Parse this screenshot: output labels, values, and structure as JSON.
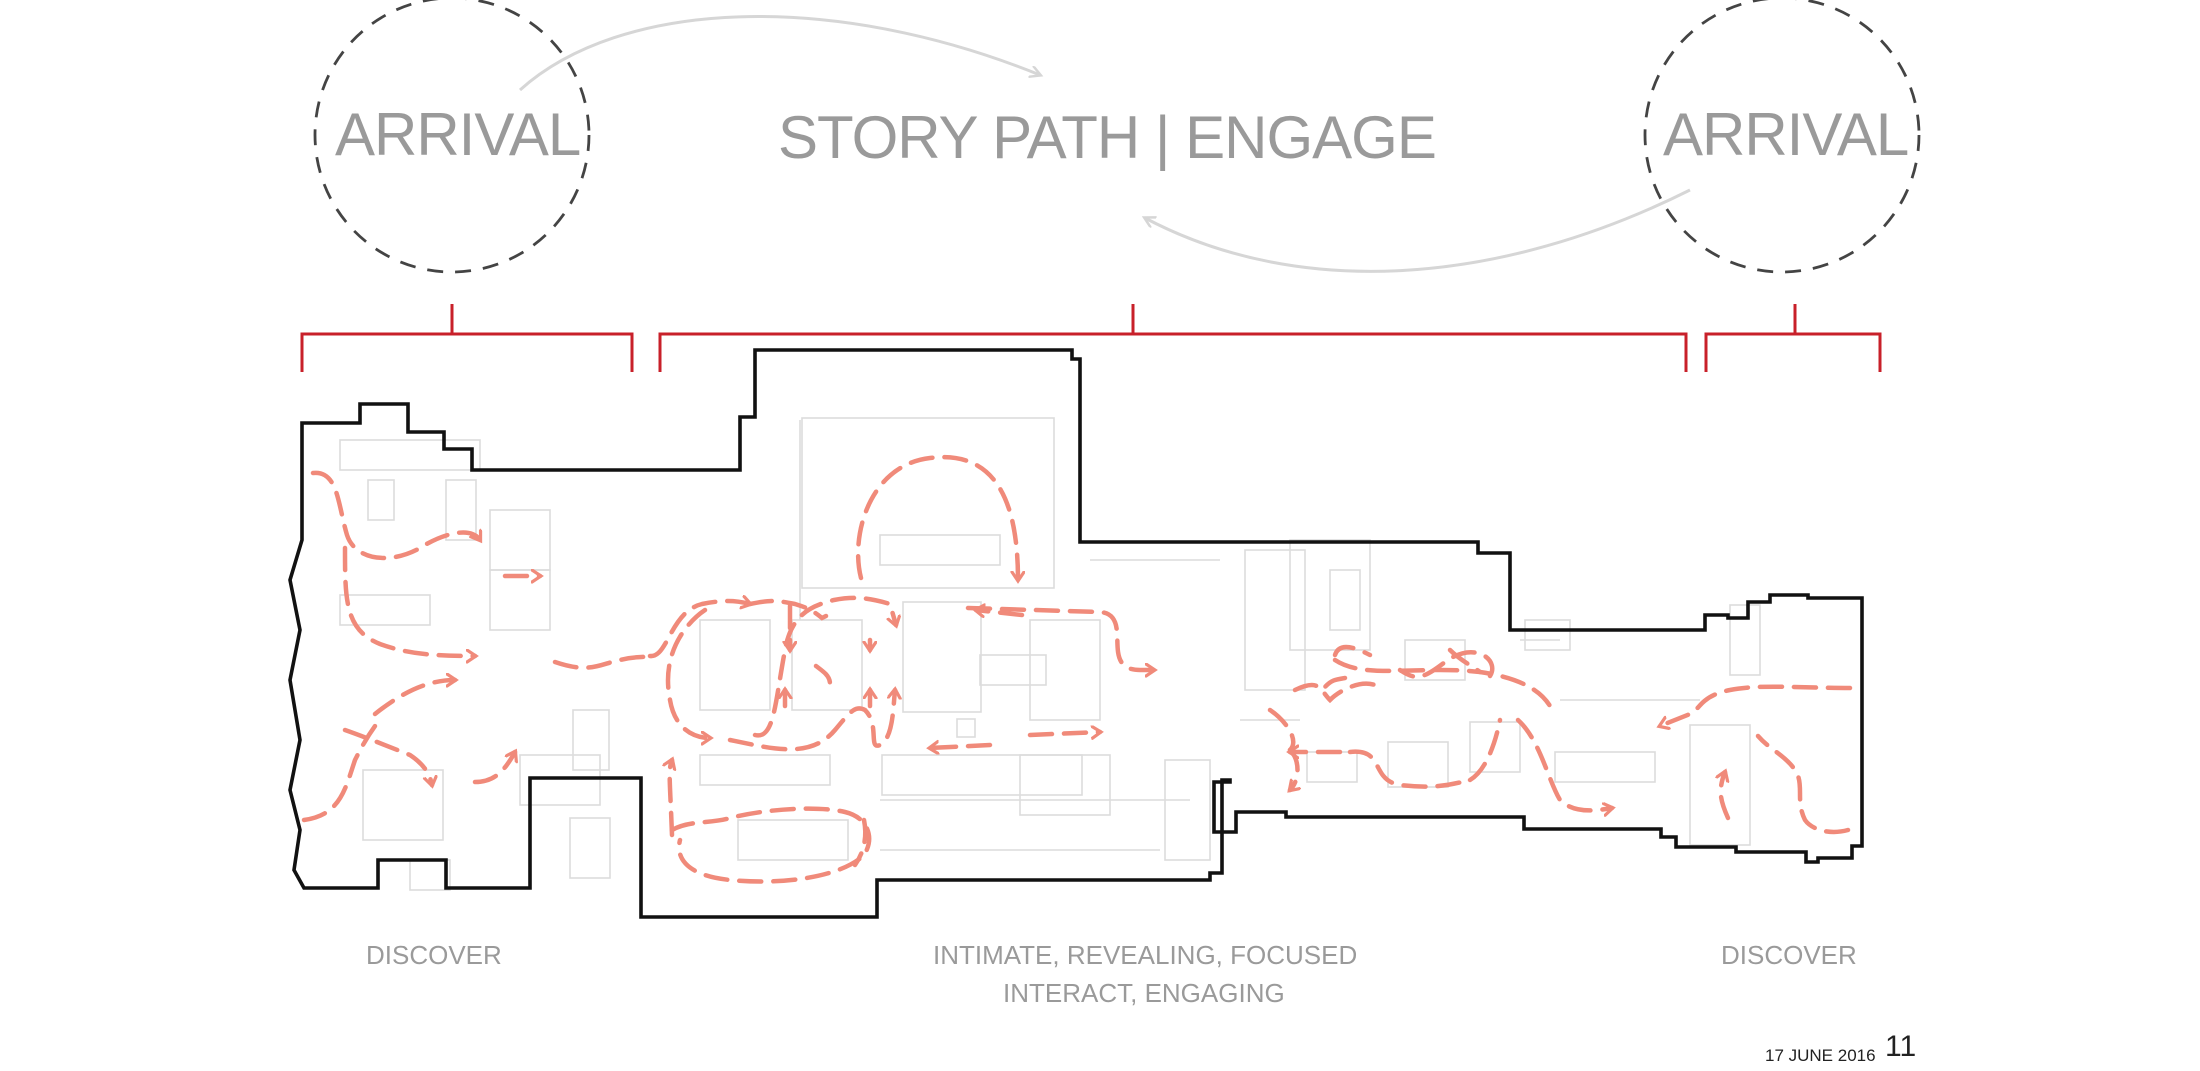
{
  "title": "STORY PATH | ENGAGE",
  "arrival_left": "ARRIVAL",
  "arrival_right": "ARRIVAL",
  "zones": {
    "left": "DISCOVER",
    "center_line1": "INTIMATE, REVEALING, FOCUSED",
    "center_line2": "INTERACT, ENGAGING",
    "right": "DISCOVER"
  },
  "footer": {
    "date": "17 JUNE 2016",
    "page": "11"
  },
  "colors": {
    "label_grey": "#9a9a9a",
    "bracket_red": "#c8202a",
    "path_salmon": "#f08a7a",
    "wall_black": "#111111",
    "arc_grey": "#d6d6d6"
  }
}
